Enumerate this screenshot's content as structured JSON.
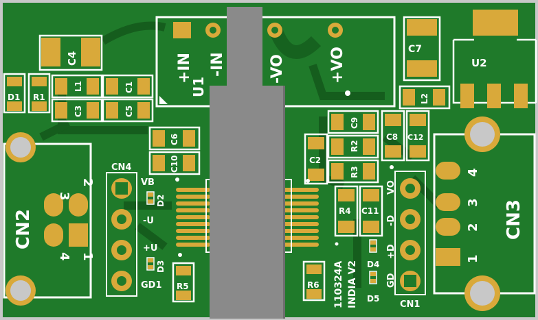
{
  "colors": {
    "board": "#1f7a2a",
    "board_dark": "#16621f",
    "trace": "#155d1d",
    "pad": "#d9a93a",
    "silk": "#ffffff",
    "chip": "#8a8a8a",
    "chip_dark": "#6e6e6e",
    "edge": "#c8c8c8"
  },
  "u1": {
    "pins": [
      "+IN",
      "-IN",
      "-VO",
      "+VO"
    ],
    "ref": "U1"
  },
  "labels": {
    "c4": "C4",
    "d1": "D1",
    "r1": "R1",
    "l1": "L1",
    "c1": "C1",
    "c3": "C3",
    "c5": "C5",
    "c6": "C6",
    "c10": "C10",
    "c7": "C7",
    "u2": "U2",
    "l2": "L2",
    "c9": "C9",
    "r2": "R2",
    "r3": "R3",
    "c8": "C8",
    "c12": "C12",
    "c2": "C2",
    "r4": "R4",
    "c11": "C11",
    "r5": "R5",
    "r6": "R6",
    "d2": "D2",
    "d3": "D3",
    "d4": "D4",
    "d5": "D5",
    "cn1": "CN1",
    "cn2": "CN2",
    "cn3": "CN3",
    "cn4": "CN4"
  },
  "cn4_pins": [
    "VB",
    "-U",
    "+U",
    "GD1"
  ],
  "cn1_pins": [
    "VO",
    "-D",
    "+D",
    "GD"
  ],
  "cn2_pins": [
    "3",
    "2",
    "4",
    "1"
  ],
  "cn3_pins": [
    "4",
    "3",
    "2",
    "1"
  ],
  "version_text": [
    "110324A",
    "INDIA V2"
  ]
}
